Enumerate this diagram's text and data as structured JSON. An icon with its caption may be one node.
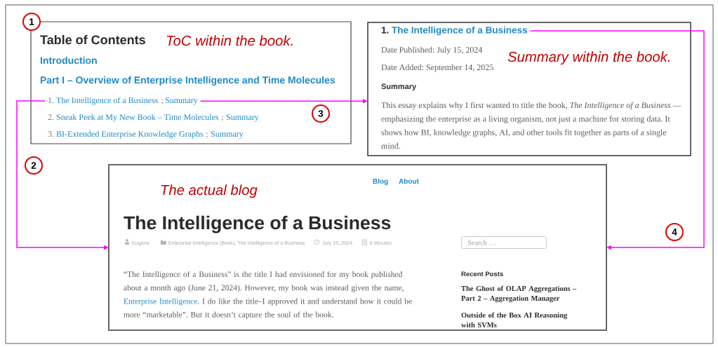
{
  "diagram": {
    "nodes": [
      {
        "text": [
          "1"
        ]
      },
      {
        "text": [
          "Table of Contents",
          "ToC within the book.",
          "Introduction",
          "Part I – Overview of Enterprise Intelligence and Time Molecules",
          ";",
          "2.",
          "Sneak Peek at My New Book – Time Molecules",
          ";",
          "Summary",
          "3.",
          "BI-Extended Enterprise Knowledge Graphs",
          ";",
          "Summary"
        ]
      },
      {
        "text": [
          "1.",
          "The Intelligence of a Business"
        ],
        "in": 1
      },
      {
        "text": [
          "Summary"
        ],
        "in": 1
      },
      {
        "text": [
          "3"
        ],
        "in": 1
      },
      {
        "text": [
          "Date Published: July 15, 2024",
          "Summary within the book.",
          "Date Added: September 14, 2025",
          "Summary",
          "This essay explains why I first wanted to title the book, *The Intelligence of a Business* — emphasizing the enterprise as a living organism, not just a machine for storing data. It shows how BI, knowledge graphs, AI, and other tools fit together as parts of a single mind."
        ]
      },
      {
        "text": [
          "1.",
          "The Intelligence of a Business"
        ],
        "in": 5
      },
      {
        "text": [
          "2"
        ]
      },
      {
        "text": [
          "The actual blog",
          "Blog",
          "About",
          "The Intelligence of a Business",
          "Eugene",
          "Enterprise Intelligence (Book), The Intelligence of a Business",
          "July 15, 2024",
          "9 Minutes",
          "“The Intelligence of a Business” is the title I had envisioned for my book published about a month ago (June 21, 2024). However, my book was instead given the name,",
          "Enterprise Intelligence",
          ". I do like the title–I approved it and understand how it could be more “marketable”. But it doesn’t capture the soul of the book.",
          "Recent Posts",
          "The Ghost of OLAP Aggregations – Part 2 – Aggregation Manager",
          "Outside of the Box AI Reasoning with SVMs"
        ]
      },
      {
        "text": [
          "Search …"
        ],
        "in": 8
      },
      {
        "text": [
          "4"
        ]
      }
    ],
    "edges": [
      {
        "from": 2,
        "to": 8,
        "arrow": "to"
      },
      {
        "from": 3,
        "to": 5,
        "arrow": "to"
      },
      {
        "from": 6,
        "to": 8,
        "arrow": "to"
      }
    ]
  }
}
